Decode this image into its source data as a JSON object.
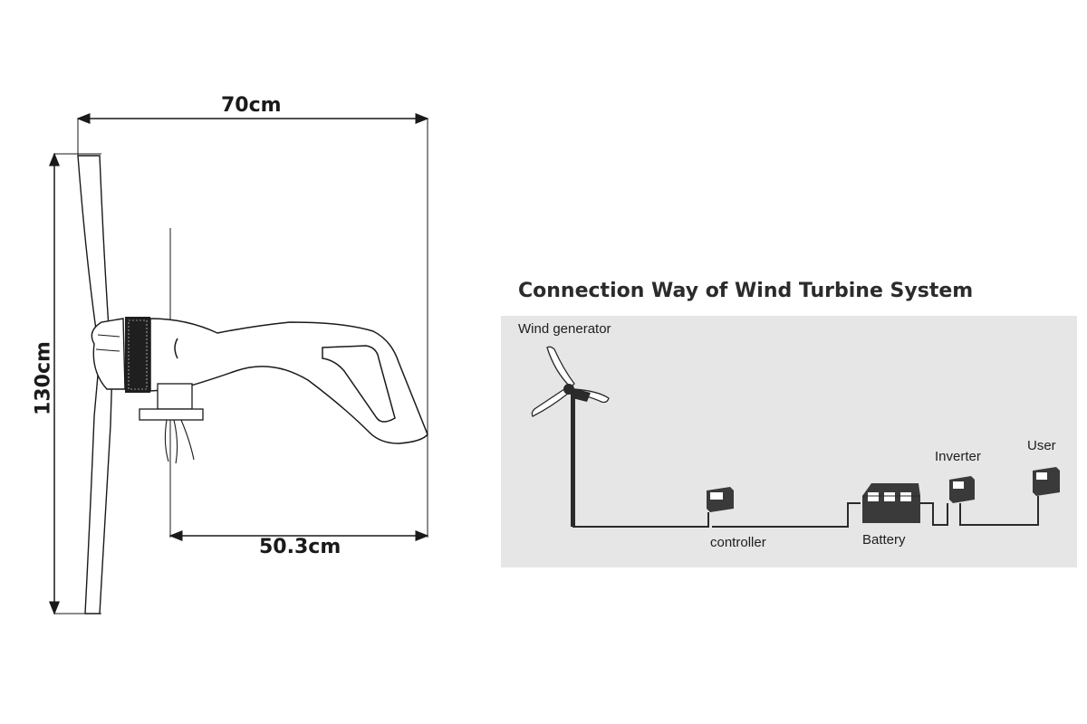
{
  "dimensions": {
    "width": "70cm",
    "height": "130cm",
    "depth": "50.3cm"
  },
  "system": {
    "title": "Connection Way of Wind Turbine System",
    "components": {
      "generator": "Wind generator",
      "controller": "controller",
      "battery": "Battery",
      "inverter": "Inverter",
      "user": "User"
    }
  },
  "colors": {
    "line": "#1a1a1a",
    "panel": "#e6e6e6",
    "wire": "#2a2a2a",
    "box": "#3a3a3a"
  }
}
